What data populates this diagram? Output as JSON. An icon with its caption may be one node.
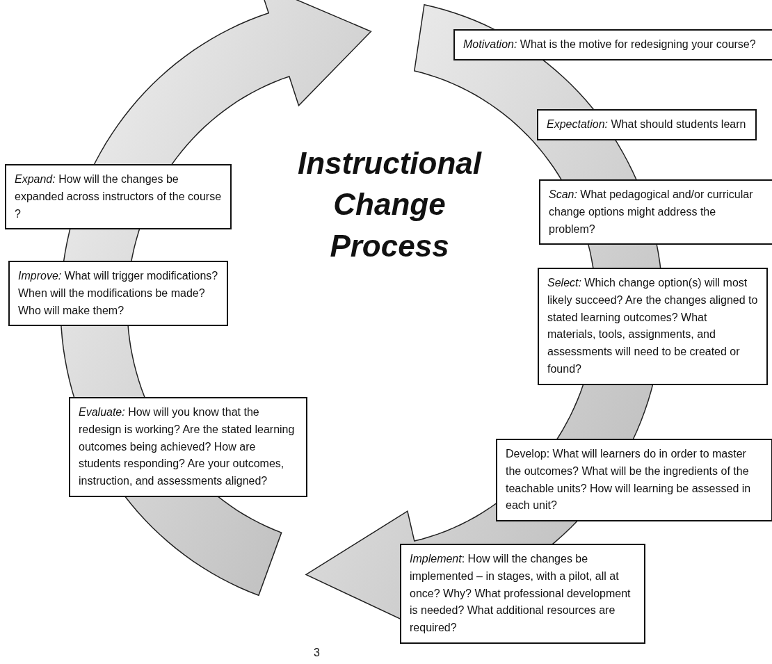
{
  "diagram": {
    "title": "Instructional Change Process",
    "nodes": [
      {
        "text": [
          "*Motivation:* What is the  motive for redesigning your course?"
        ]
      },
      {
        "text": [
          "*Expectation:* What should students learn"
        ]
      },
      {
        "text": [
          "*Scan:* What pedagogical and/or curricular change options might address the problem?"
        ]
      },
      {
        "text": [
          "*Select:* Which change option(s) will most likely succeed? Are the changes aligned to stated learning outcomes? What materials, tools, assignments, and assessments will need to be created or found?"
        ]
      },
      {
        "text": [
          "Develop: What will learners do in order to master the outcomes?  What will be the ingredients of the teachable units?  How will learning be assessed in each unit?"
        ]
      },
      {
        "text": [
          "*Implement*: How will the changes be implemented – in stages, with a pilot, all at once? Why?  What professional development is needed? What additional resources are required?"
        ]
      },
      {
        "text": [
          "*Evaluate:* How will you know that the redesign is working? Are the stated learning outcomes being achieved? How are students responding? Are your outcomes, instruction, and assessments aligned?"
        ]
      },
      {
        "text": [
          "*Improve:* What will trigger modifications?  When will the modifications be made? Who will make them?"
        ]
      },
      {
        "text": [
          "*Expand:* How will the changes be expanded across instructors of the course ?"
        ]
      }
    ],
    "labels": [
      "3"
    ]
  }
}
